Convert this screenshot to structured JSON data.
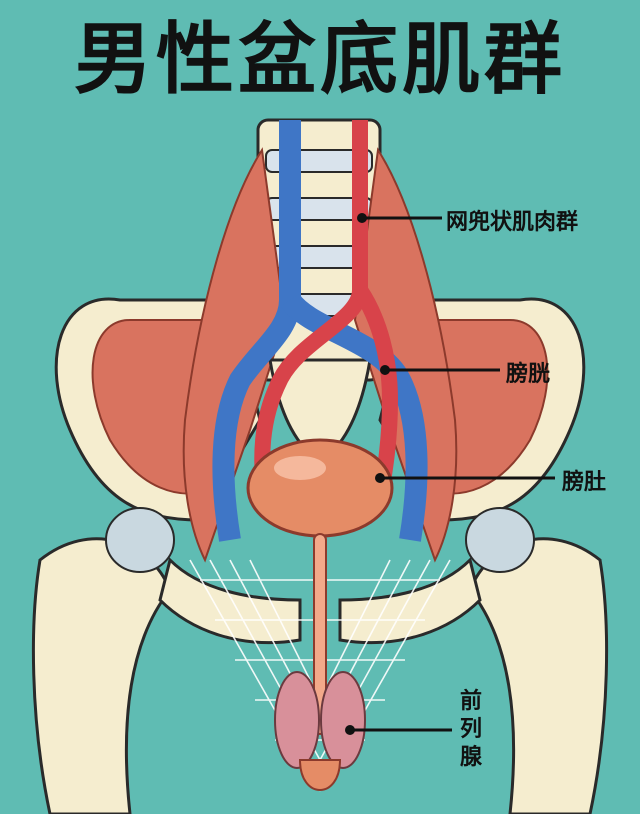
{
  "title": "男性盆底肌群",
  "labels": {
    "reticulate": "网兜状肌肉群",
    "pang": "膀胱",
    "bladder": "膀肚",
    "prostate": "前\n列\n腺"
  },
  "colors": {
    "background": "#5fbcb3",
    "bone": "#f5edcf",
    "muscle": "#d9735f",
    "vein": "#3f76c6",
    "artery": "#d8434a",
    "bladder": "#e58c66",
    "net": "#ffffff"
  }
}
